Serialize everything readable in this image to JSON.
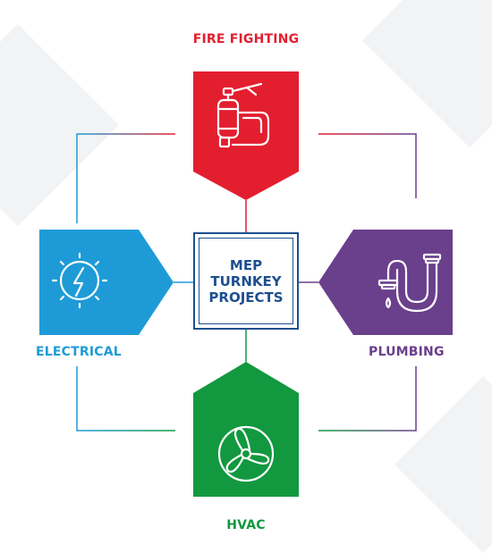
{
  "center": {
    "lines": [
      "MEP",
      "TURNKEY",
      "PROJECTS"
    ],
    "color": "#1d4f8f"
  },
  "nodes": {
    "fire_fighting": {
      "label": "FIRE FIGHTING",
      "color": "#e31e2f",
      "icon": "fire-extinguisher-icon"
    },
    "electrical": {
      "label": "ELECTRICAL",
      "color": "#1e9bd7",
      "icon": "lightning-sun-icon"
    },
    "plumbing": {
      "label": "PLUMBING",
      "color": "#6a3f8c",
      "icon": "pipe-faucet-icon"
    },
    "hvac": {
      "label": "HVAC",
      "color": "#12983f",
      "icon": "fan-icon"
    }
  }
}
